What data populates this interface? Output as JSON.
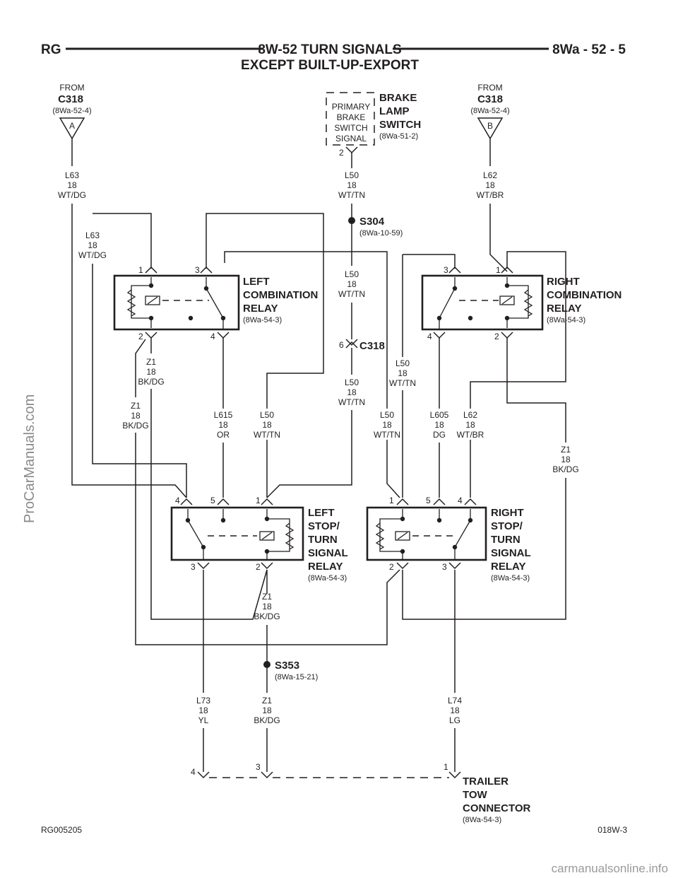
{
  "header": {
    "left": "RG",
    "title": "8W-52 TURN SIGNALS",
    "subtitle": "EXCEPT BUILT-UP-EXPORT",
    "page": "8Wa - 52 - 5"
  },
  "footer": {
    "left": "RG005205",
    "right": "018W-3"
  },
  "watermarks": {
    "side": "ProCarManuals.com",
    "bottom": "carmanualsonline.info"
  },
  "sources": {
    "left": {
      "from": "FROM",
      "name": "C318",
      "ref": "(8Wa-52-4)",
      "pin": "A"
    },
    "right": {
      "from": "FROM",
      "name": "C318",
      "ref": "(8Wa-52-4)",
      "pin": "B"
    }
  },
  "brake_switch": {
    "inner": [
      "PRIMARY",
      "BRAKE",
      "SWITCH",
      "SIGNAL"
    ],
    "name": [
      "BRAKE",
      "LAMP",
      "SWITCH"
    ],
    "ref": "(8Wa-51-2)",
    "pin": "2"
  },
  "splices": {
    "s304": {
      "name": "S304",
      "ref": "(8Wa-10-59)"
    },
    "s353": {
      "name": "S353",
      "ref": "(8Wa-15-21)"
    }
  },
  "connector_c318": {
    "pin": "6",
    "name": "C318"
  },
  "left_comb_relay": {
    "name": [
      "LEFT",
      "COMBINATION",
      "RELAY"
    ],
    "ref": "(8Wa-54-3)",
    "pins": [
      "1",
      "3",
      "2",
      "4"
    ]
  },
  "right_comb_relay": {
    "name": [
      "RIGHT",
      "COMBINATION",
      "RELAY"
    ],
    "ref": "(8Wa-54-3)",
    "pins": [
      "3",
      "1",
      "4",
      "2"
    ]
  },
  "left_stop_relay": {
    "name": [
      "LEFT",
      "STOP/",
      "TURN",
      "SIGNAL",
      "RELAY"
    ],
    "ref": "(8Wa-54-3)",
    "pins": [
      "4",
      "5",
      "1",
      "3",
      "2"
    ]
  },
  "right_stop_relay": {
    "name": [
      "RIGHT",
      "STOP/",
      "TURN",
      "SIGNAL",
      "RELAY"
    ],
    "ref": "(8Wa-54-3)",
    "pins": [
      "1",
      "5",
      "4",
      "2",
      "3"
    ]
  },
  "trailer": {
    "name": [
      "TRAILER",
      "TOW",
      "CONNECTOR"
    ],
    "ref": "(8Wa-54-3)",
    "pins": [
      "4",
      "3",
      "1"
    ]
  },
  "wires": {
    "l63_top": [
      "L63",
      "18",
      "WT/DG"
    ],
    "l63_mid": [
      "L63",
      "18",
      "WT/DG"
    ],
    "l50_top": [
      "L50",
      "18",
      "WT/TN"
    ],
    "l62_top": [
      "L62",
      "18",
      "WT/BR"
    ],
    "l50_mid": [
      "L50",
      "18",
      "WT/TN"
    ],
    "l50_c318": [
      "L50",
      "18",
      "WT/TN"
    ],
    "l50_right": [
      "L50",
      "18",
      "WT/TN"
    ],
    "z1_a": [
      "Z1",
      "18",
      "BK/DG"
    ],
    "z1_b": [
      "Z1",
      "18",
      "BK/DG"
    ],
    "l615": [
      "L615",
      "18",
      "OR"
    ],
    "l50_left": [
      "L50",
      "18",
      "WT/TN"
    ],
    "l50_rlow": [
      "L50",
      "18",
      "WT/TN"
    ],
    "l605": [
      "L605",
      "18",
      "DG"
    ],
    "l62_low": [
      "L62",
      "18",
      "WT/BR"
    ],
    "z1_right": [
      "Z1",
      "18",
      "BK/DG"
    ],
    "z1_mid": [
      "Z1",
      "18",
      "BK/DG"
    ],
    "l73": [
      "L73",
      "18",
      "YL"
    ],
    "z1_low": [
      "Z1",
      "18",
      "BK/DG"
    ],
    "l74": [
      "L74",
      "18",
      "LG"
    ]
  }
}
